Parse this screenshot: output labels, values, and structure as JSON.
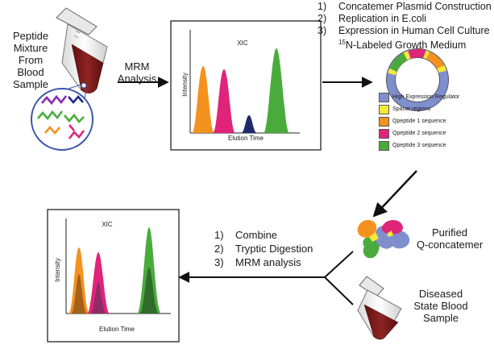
{
  "labels": {
    "peptide_source": [
      "Peptide",
      "Mixture From",
      "Blood Sample"
    ],
    "mrm_analysis": [
      "MRM",
      "Analysis"
    ],
    "purified": [
      "Purified",
      "Q-concatemer"
    ],
    "diseased": [
      "Diseased",
      "State Blood",
      "Sample"
    ]
  },
  "construction_steps": [
    {
      "num": "1)",
      "text": "Concatemer Plasmid Construction"
    },
    {
      "num": "2)",
      "text": "Replication in E.coli"
    },
    {
      "num": "3)",
      "text": "Expression in Human Cell Culture"
    }
  ],
  "growth_medium": {
    "sup": "15",
    "text": "N-Labeled Growth Medium"
  },
  "legend": [
    {
      "label": "High Expression Regulator",
      "color": "#7f8fce"
    },
    {
      "label": "Spacer regions",
      "color": "#f4e83a"
    },
    {
      "label": "Qpeptide 1 sequence",
      "color": "#f4921f"
    },
    {
      "label": "Qpeptide 2 sequence",
      "color": "#e0247a"
    },
    {
      "label": "Qpeptide 3 sequence",
      "color": "#4aab3c"
    }
  ],
  "final_steps": [
    {
      "num": "1)",
      "text": "Combine"
    },
    {
      "num": "2)",
      "text": "Tryptic Digestion"
    },
    {
      "num": "3)",
      "text": "MRM analysis"
    }
  ],
  "chart_top": {
    "title": "XIC",
    "xlabel": "Elution Time",
    "ylabel": "Intensity"
  },
  "chart_bottom": {
    "title": "XIC",
    "xlabel": "Elution Time",
    "ylabel": "Intensity"
  },
  "colors": {
    "orange": "#f4921f",
    "pink": "#e0247a",
    "navy": "#1f2a6b",
    "green": "#4aab3c",
    "dark_green": "#2f6b2a",
    "blood": "#7a1c1c",
    "plasmid_blue": "#7f8fce",
    "spacer_yellow": "#f4e83a",
    "arrow": "#111111"
  }
}
